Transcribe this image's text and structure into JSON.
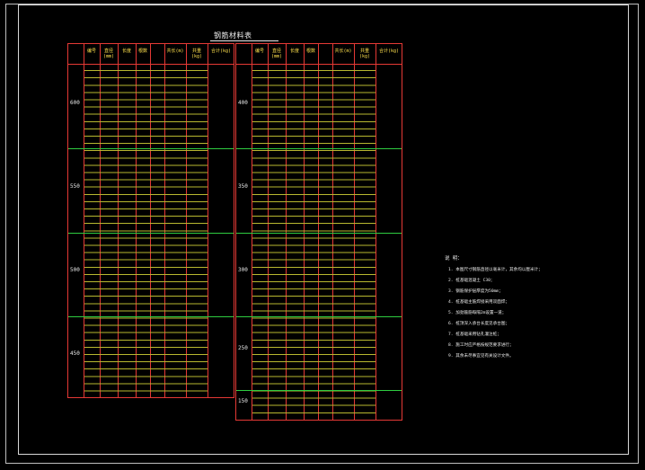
{
  "title": "钢筋材料表",
  "left_table": {
    "headers": [
      "",
      "编号",
      "直径(mm)",
      "长度",
      "根数",
      "",
      "共长(m)",
      "共重(kg)",
      "合计(kg)"
    ],
    "diameters": [
      "600",
      "550",
      "500",
      "450"
    ]
  },
  "right_table": {
    "headers": [
      "",
      "编号",
      "直径(mm)",
      "长度",
      "根数",
      "",
      "共长(m)",
      "共重(kg)",
      "合计(kg)"
    ],
    "diameters": [
      "400",
      "350",
      "300",
      "250",
      "150"
    ]
  },
  "notes": {
    "head": "说  明：",
    "items": [
      "1. 本图尺寸钢筋直径以毫米计，其余均以厘米计；",
      "2. 桩基础混凝土 C30；",
      "3. 钢筋保护层厚度为50mm；",
      "4. 桩基础主筋焊接采用双面焊；",
      "5. 加劲箍筋每隔2m设置一道；",
      "6. 桩顶深入承台长度见承台图；",
      "7. 桩基础采用钻孔灌注桩；",
      "8. 施工时应严格按规范要求进行；",
      "9. 其余未尽事宜见有关设计文件。"
    ]
  }
}
